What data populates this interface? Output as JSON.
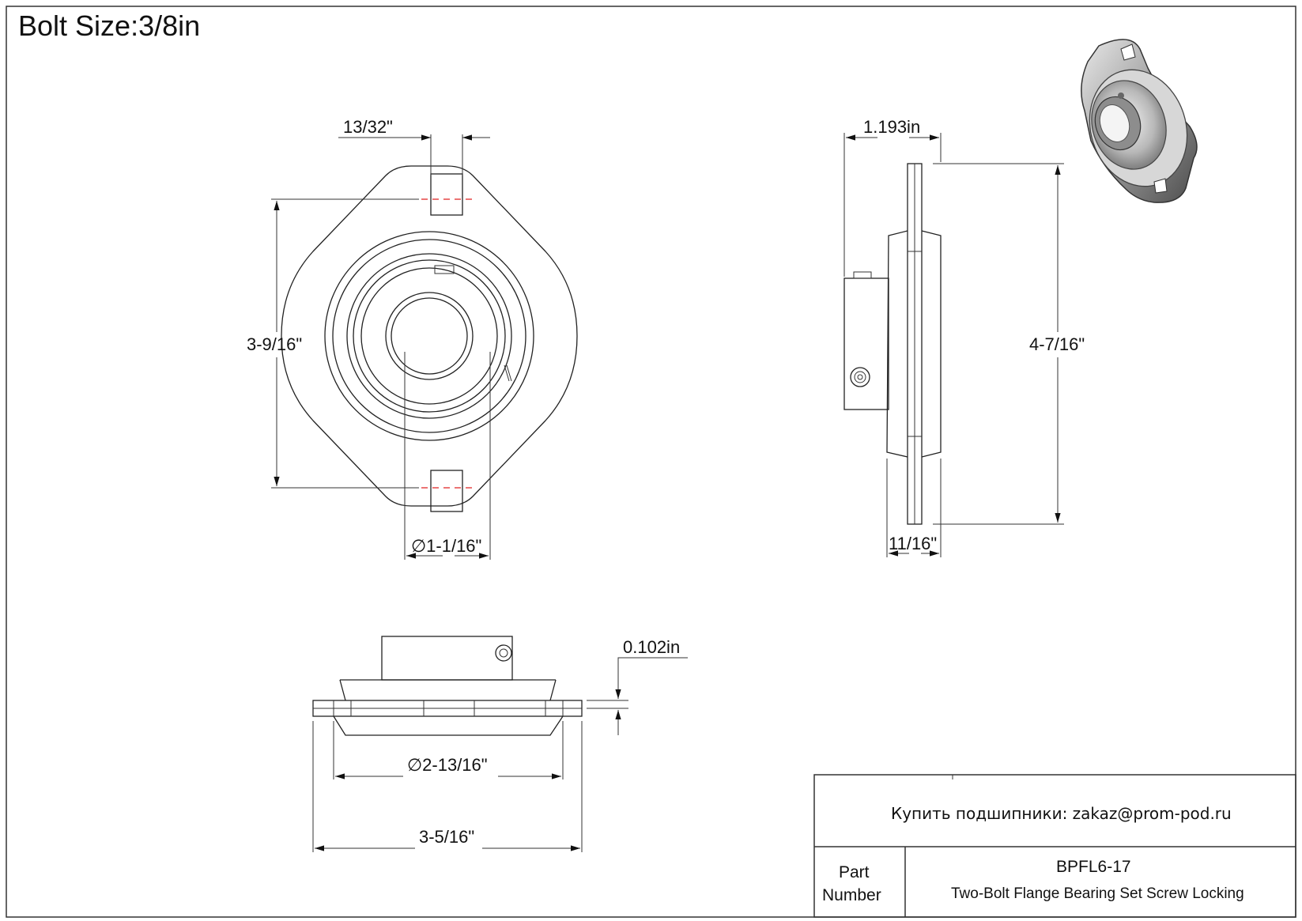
{
  "sheet": {
    "title": "Bolt Size:3/8in"
  },
  "front_view": {
    "dim_bolt_hole_width": "13/32\"",
    "dim_bolt_spacing": "3-9/16\"",
    "dim_bore_diameter": "∅1-1/16\""
  },
  "side_view": {
    "dim_overall_depth": "1.193in",
    "dim_overall_height": "4-7/16\"",
    "dim_flange_thickness": "11/16\""
  },
  "bottom_view": {
    "dim_clearance": "0.102in",
    "dim_pilot_diameter": "∅2-13/16\"",
    "dim_overall_width": "3-5/16\""
  },
  "title_block": {
    "order_text": "Купить подшипники: zakaz@prom-pod.ru",
    "part_label_line1": "Part",
    "part_label_line2": "Number",
    "part_number": "BPFL6-17",
    "part_description": "Two-Bolt Flange Bearing Set Screw Locking"
  }
}
